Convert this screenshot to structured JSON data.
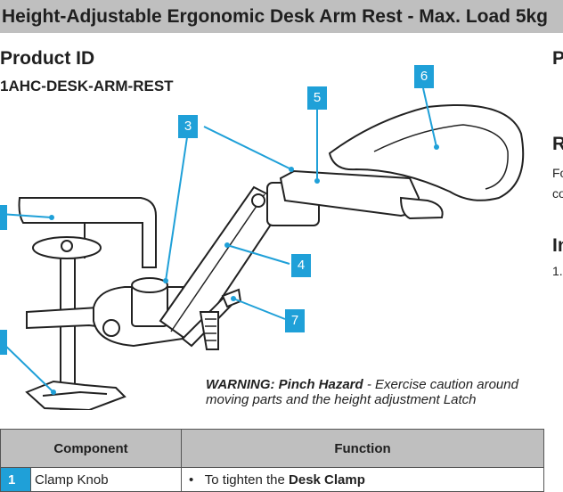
{
  "header": {
    "title": "Height-Adjustable Ergonomic Desk Arm Rest - Max. Load 5kg"
  },
  "product": {
    "id_label": "Product ID",
    "id_value": "1AHC-DESK-ARM-REST"
  },
  "right_column": {
    "h1": "P",
    "h2": "R",
    "t1": "Fo",
    "t2": "co",
    "h3": "In",
    "t3": "1."
  },
  "callouts": {
    "c3": "3",
    "c4": "4",
    "c5": "5",
    "c6": "6",
    "c7": "7"
  },
  "warning": {
    "bold": "WARNING: Pinch Hazard",
    "text": " - Exercise caution around moving parts and the height adjustment Latch"
  },
  "table": {
    "headers": [
      "Component",
      "Function"
    ],
    "rows": [
      {
        "num": "1",
        "component": "Clamp Knob",
        "bullet": "•",
        "function_prefix": "To tighten the ",
        "function_bold": "Desk Clamp"
      }
    ]
  },
  "colors": {
    "accent": "#1fa0d8",
    "header_bg": "#bfbfbf"
  }
}
